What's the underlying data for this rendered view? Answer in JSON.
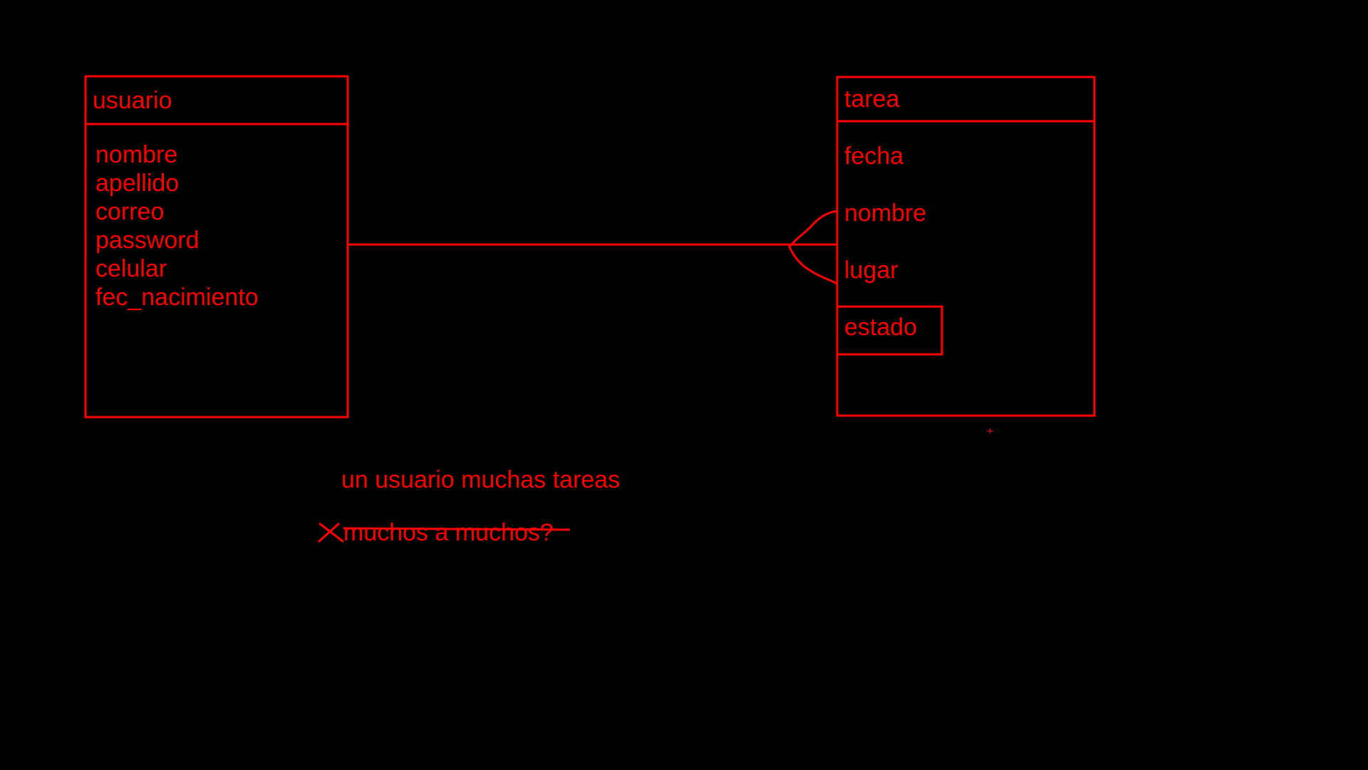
{
  "colors": {
    "background": "#000000",
    "ink": "#ff0000"
  },
  "entities": {
    "usuario": {
      "name": "usuario",
      "attributes": [
        "nombre",
        "apellido",
        "correo",
        "password",
        "celular",
        "fec_nacimiento"
      ]
    },
    "tarea": {
      "name": "tarea",
      "attributes": [
        "fecha",
        "nombre",
        "lugar",
        "estado"
      ]
    }
  },
  "relationship": {
    "from": "usuario",
    "to": "tarea",
    "cardinality": "one-to-many"
  },
  "notes": {
    "main": "un usuario muchas tareas",
    "crossed_out": "muchos a muchos?",
    "plus_mark": "+"
  }
}
